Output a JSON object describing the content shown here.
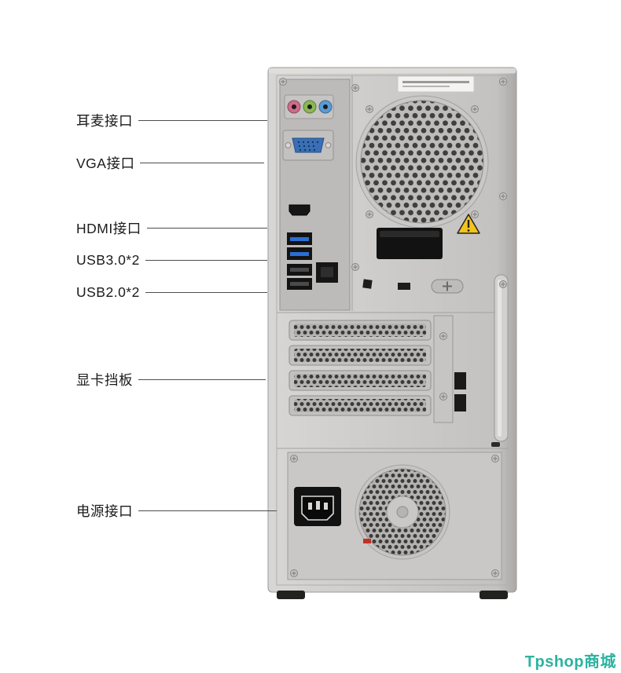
{
  "figure": {
    "description": "Rear view of a desktop tower computer with annotated ports"
  },
  "annotations": {
    "labels": [
      {
        "id": "headset-jack",
        "text": "耳麦接口"
      },
      {
        "id": "vga-port",
        "text": "VGA接口"
      },
      {
        "id": "hdmi-port",
        "text": "HDMI接口"
      },
      {
        "id": "usb3-ports",
        "text": "USB3.0*2"
      },
      {
        "id": "usb2-ports",
        "text": "USB2.0*2"
      },
      {
        "id": "gpu-bracket",
        "text": "显卡挡板"
      },
      {
        "id": "power-socket",
        "text": "电源接口"
      }
    ]
  },
  "watermark": {
    "text": "Tpshop商城",
    "color": "#2bb3a0"
  },
  "colors": {
    "case_gray": "#cccbc9",
    "label_text": "#1b1b1b",
    "leader_line": "#4d4d4d",
    "audio_mic_pink": "#d06a8c",
    "audio_out_green": "#8cb854",
    "audio_in_blue": "#5a9bd4",
    "vga_blue": "#3a6fb5",
    "usb3_tab_blue": "#2a6fd4",
    "warning_yellow": "#f2c21d"
  }
}
